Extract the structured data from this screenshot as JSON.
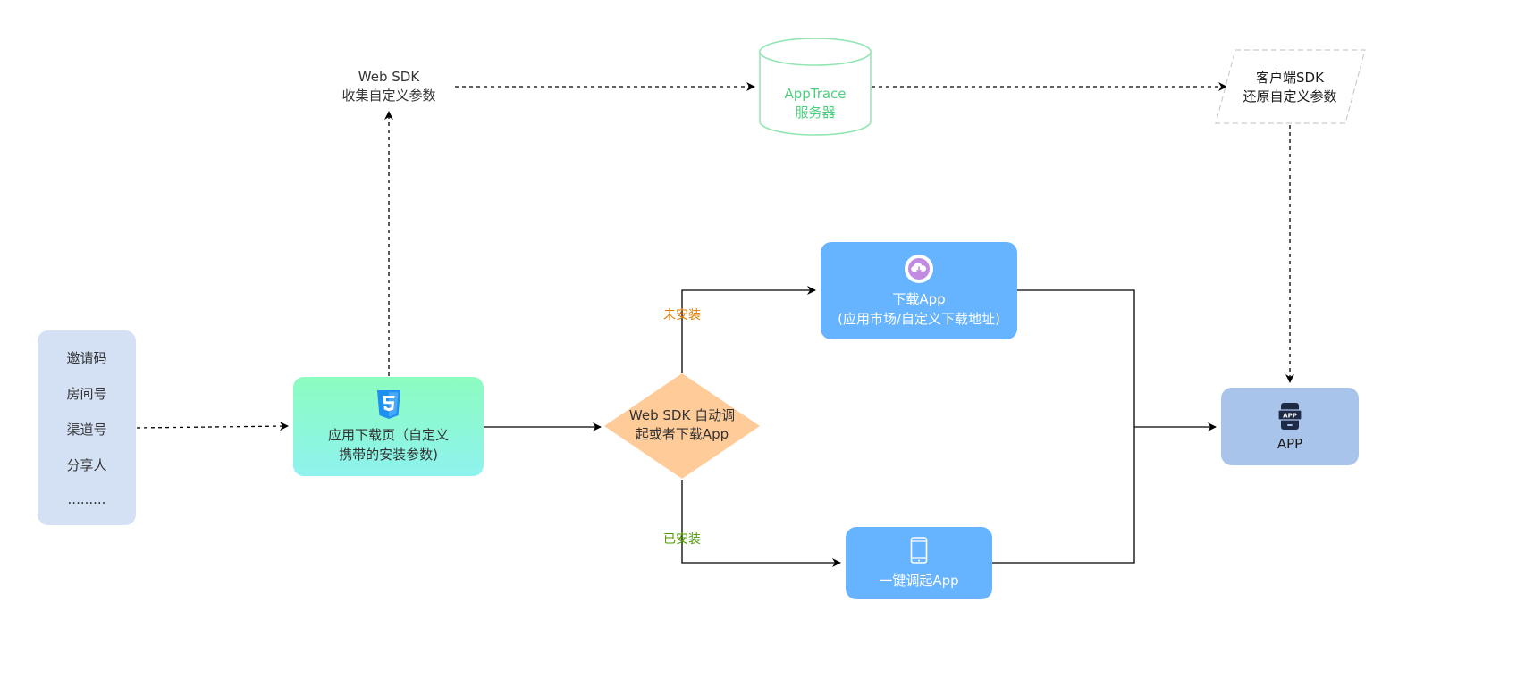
{
  "params_box": {
    "items": [
      "邀请码",
      "房间号",
      "渠道号",
      "分享人",
      "........."
    ]
  },
  "landing_page": {
    "line1": "应用下载页（自定义",
    "line2": "携带的安装参数)"
  },
  "web_sdk_collect": {
    "line1": "Web SDK",
    "line2": "收集自定义参数"
  },
  "server": {
    "line1": "AppTrace",
    "line2": "服务器"
  },
  "client_sdk": {
    "line1": "客户端SDK",
    "line2": "还原自定义参数"
  },
  "decision": {
    "line1": "Web SDK 自动调",
    "line2": "起或者下载App"
  },
  "download": {
    "line1": "下载App",
    "line2": "(应用市场/自定义下载地址)"
  },
  "wake": {
    "label": "一键调起App"
  },
  "app": {
    "label": "APP",
    "icon_text": "APP"
  },
  "edges": {
    "not_installed": "未安装",
    "installed": "已安装"
  },
  "colors": {
    "server_green": "#4cd07d",
    "not_installed_orange": "#e07b00",
    "installed_green": "#4d9a00",
    "decision_fill": "#ffcc99",
    "blue_node": "#66b3ff",
    "app_node": "#a9c4eb",
    "params_fill": "#d4e1f5"
  },
  "icons": {
    "landing": "html5-icon",
    "download": "cloud-download-icon",
    "wake": "smartphone-icon",
    "app": "app-device-icon"
  }
}
